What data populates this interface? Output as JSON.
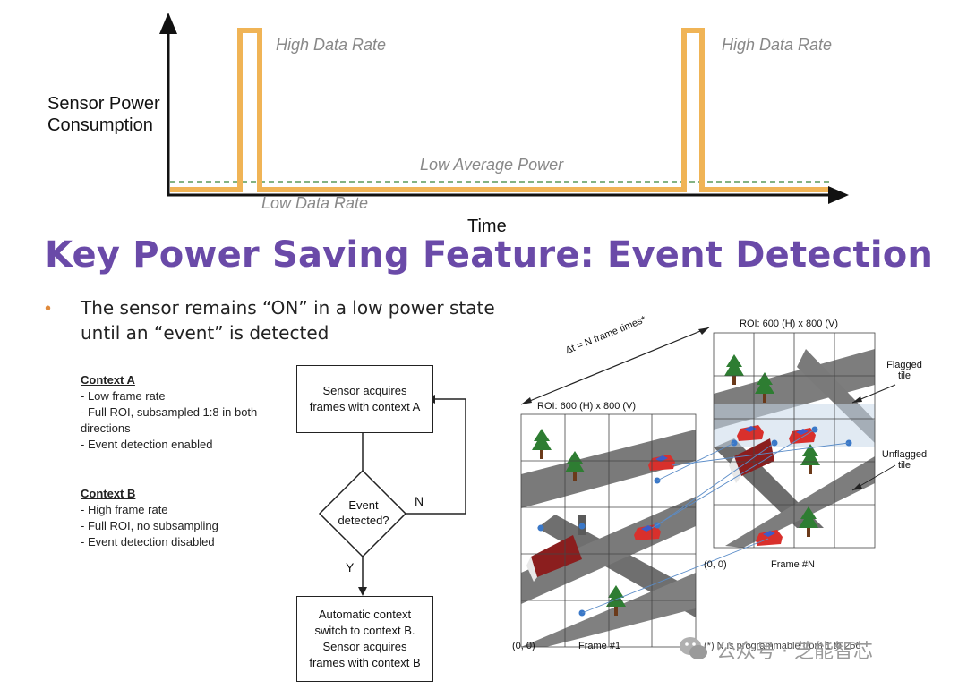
{
  "power_plot": {
    "y_label_line1": "Sensor Power",
    "y_label_line2": "Consumption",
    "x_label": "Time",
    "high_rate_1": "High Data Rate",
    "high_rate_2": "High Data Rate",
    "avg_label": "Low Average Power",
    "low_rate": "Low Data Rate",
    "trace_color": "#f0b456",
    "avg_color": "#5a9a5a"
  },
  "title": "Key Power Saving Feature: Event Detection",
  "bullet": {
    "line1": "The sensor remains “ON” in a low power state",
    "line2": "until an “event” is detected"
  },
  "context_a": {
    "heading": "Context A",
    "lines": [
      "- Low frame rate",
      "- Full ROI, subsampled 1:8 in both",
      "directions",
      "- Event detection enabled"
    ]
  },
  "context_b": {
    "heading": "Context B",
    "lines": [
      "- High frame rate",
      "- Full ROI, no subsampling",
      "- Event detection disabled"
    ]
  },
  "flow": {
    "box1_l1": "Sensor acquires",
    "box1_l2": "frames with context A",
    "decision_l1": "Event",
    "decision_l2": "detected?",
    "no": "N",
    "yes": "Y",
    "box2_l1": "Automatic context",
    "box2_l2": "switch to context B.",
    "box2_l3": "Sensor acquires",
    "box2_l4": "frames with context B"
  },
  "frames": {
    "delta": "Δt = N frame times*",
    "roi_front": "ROI: 600 (H) x 800 (V)",
    "roi_back": "ROI: 600 (H) x 800 (V)",
    "origin_front": "(0, 0)",
    "origin_back": "(0, 0)",
    "frame1": "Frame #1",
    "frameN": "Frame #N",
    "flagged_l1": "Flagged",
    "flagged_l2": "tile",
    "unflagged_l1": "Unflagged",
    "unflagged_l2": "tile",
    "footnote": "(*) N is programmable from 1 to 256"
  },
  "watermark": "公众号 · 芝能智芯"
}
